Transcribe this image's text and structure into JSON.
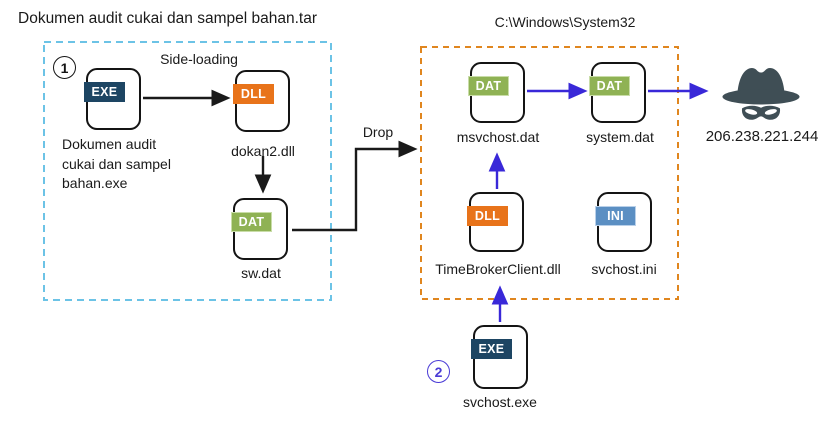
{
  "title": "Dokumen audit cukai dan sampel bahan.tar",
  "archive_group": {
    "step_marker": "1",
    "sideloading_label": "Side-loading",
    "exe_node": {
      "badge": "EXE",
      "label_line1": "Dokumen audit",
      "label_line2": "cukai dan sampel",
      "label_line3": "bahan.exe"
    },
    "dll_node": {
      "badge": "DLL",
      "label": "dokan2.dll"
    },
    "dat_node": {
      "badge": "DAT",
      "label": "sw.dat"
    }
  },
  "drop_arrow_label": "Drop",
  "system32_group": {
    "path_label": "C:\\Windows\\System32",
    "msvchost_node": {
      "badge": "DAT",
      "label": "msvchost.dat"
    },
    "system_node": {
      "badge": "DAT",
      "label": "system.dat"
    },
    "timebroker_node": {
      "badge": "DLL",
      "label": "TimeBrokerClient.dll"
    },
    "ini_node": {
      "badge": "INI",
      "label": "svchost.ini"
    }
  },
  "c2_server": {
    "ip_address": "206.238.221.244"
  },
  "stage2_group": {
    "step_marker": "2",
    "exe_node": {
      "badge": "EXE",
      "label": "svchost.exe"
    }
  },
  "colors": {
    "exe_badge": "#1d4563",
    "dll_badge": "#e8731a",
    "dat_badge": "#8fb254",
    "ini_badge": "#5b8fc3",
    "black_arrow": "#1a1a1a",
    "blue_arrow": "#3928d8",
    "archive_box_border": "#6cc3e6",
    "system32_box_border": "#e0861f",
    "spy_icon": "#3f4e55"
  }
}
